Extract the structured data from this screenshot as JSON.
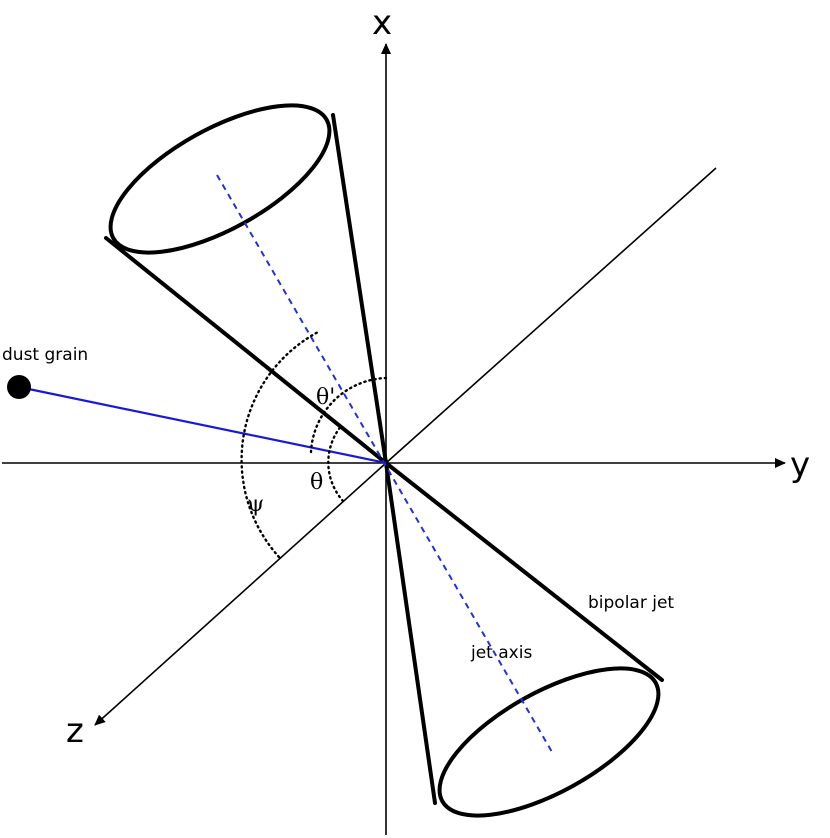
{
  "axes": {
    "x_label": "x",
    "y_label": "y",
    "z_label": "z"
  },
  "labels": {
    "dust_grain": "dust grain",
    "bipolar_jet": "bipolar jet",
    "jet_axis": "jet axis",
    "theta": "θ",
    "theta_prime": "θ'",
    "psi": "ψ"
  },
  "colors": {
    "axes": "#000000",
    "jet_axis": "#2233cc",
    "line_of_sight": "#1a1ad6",
    "dust_grain": "#000000"
  }
}
